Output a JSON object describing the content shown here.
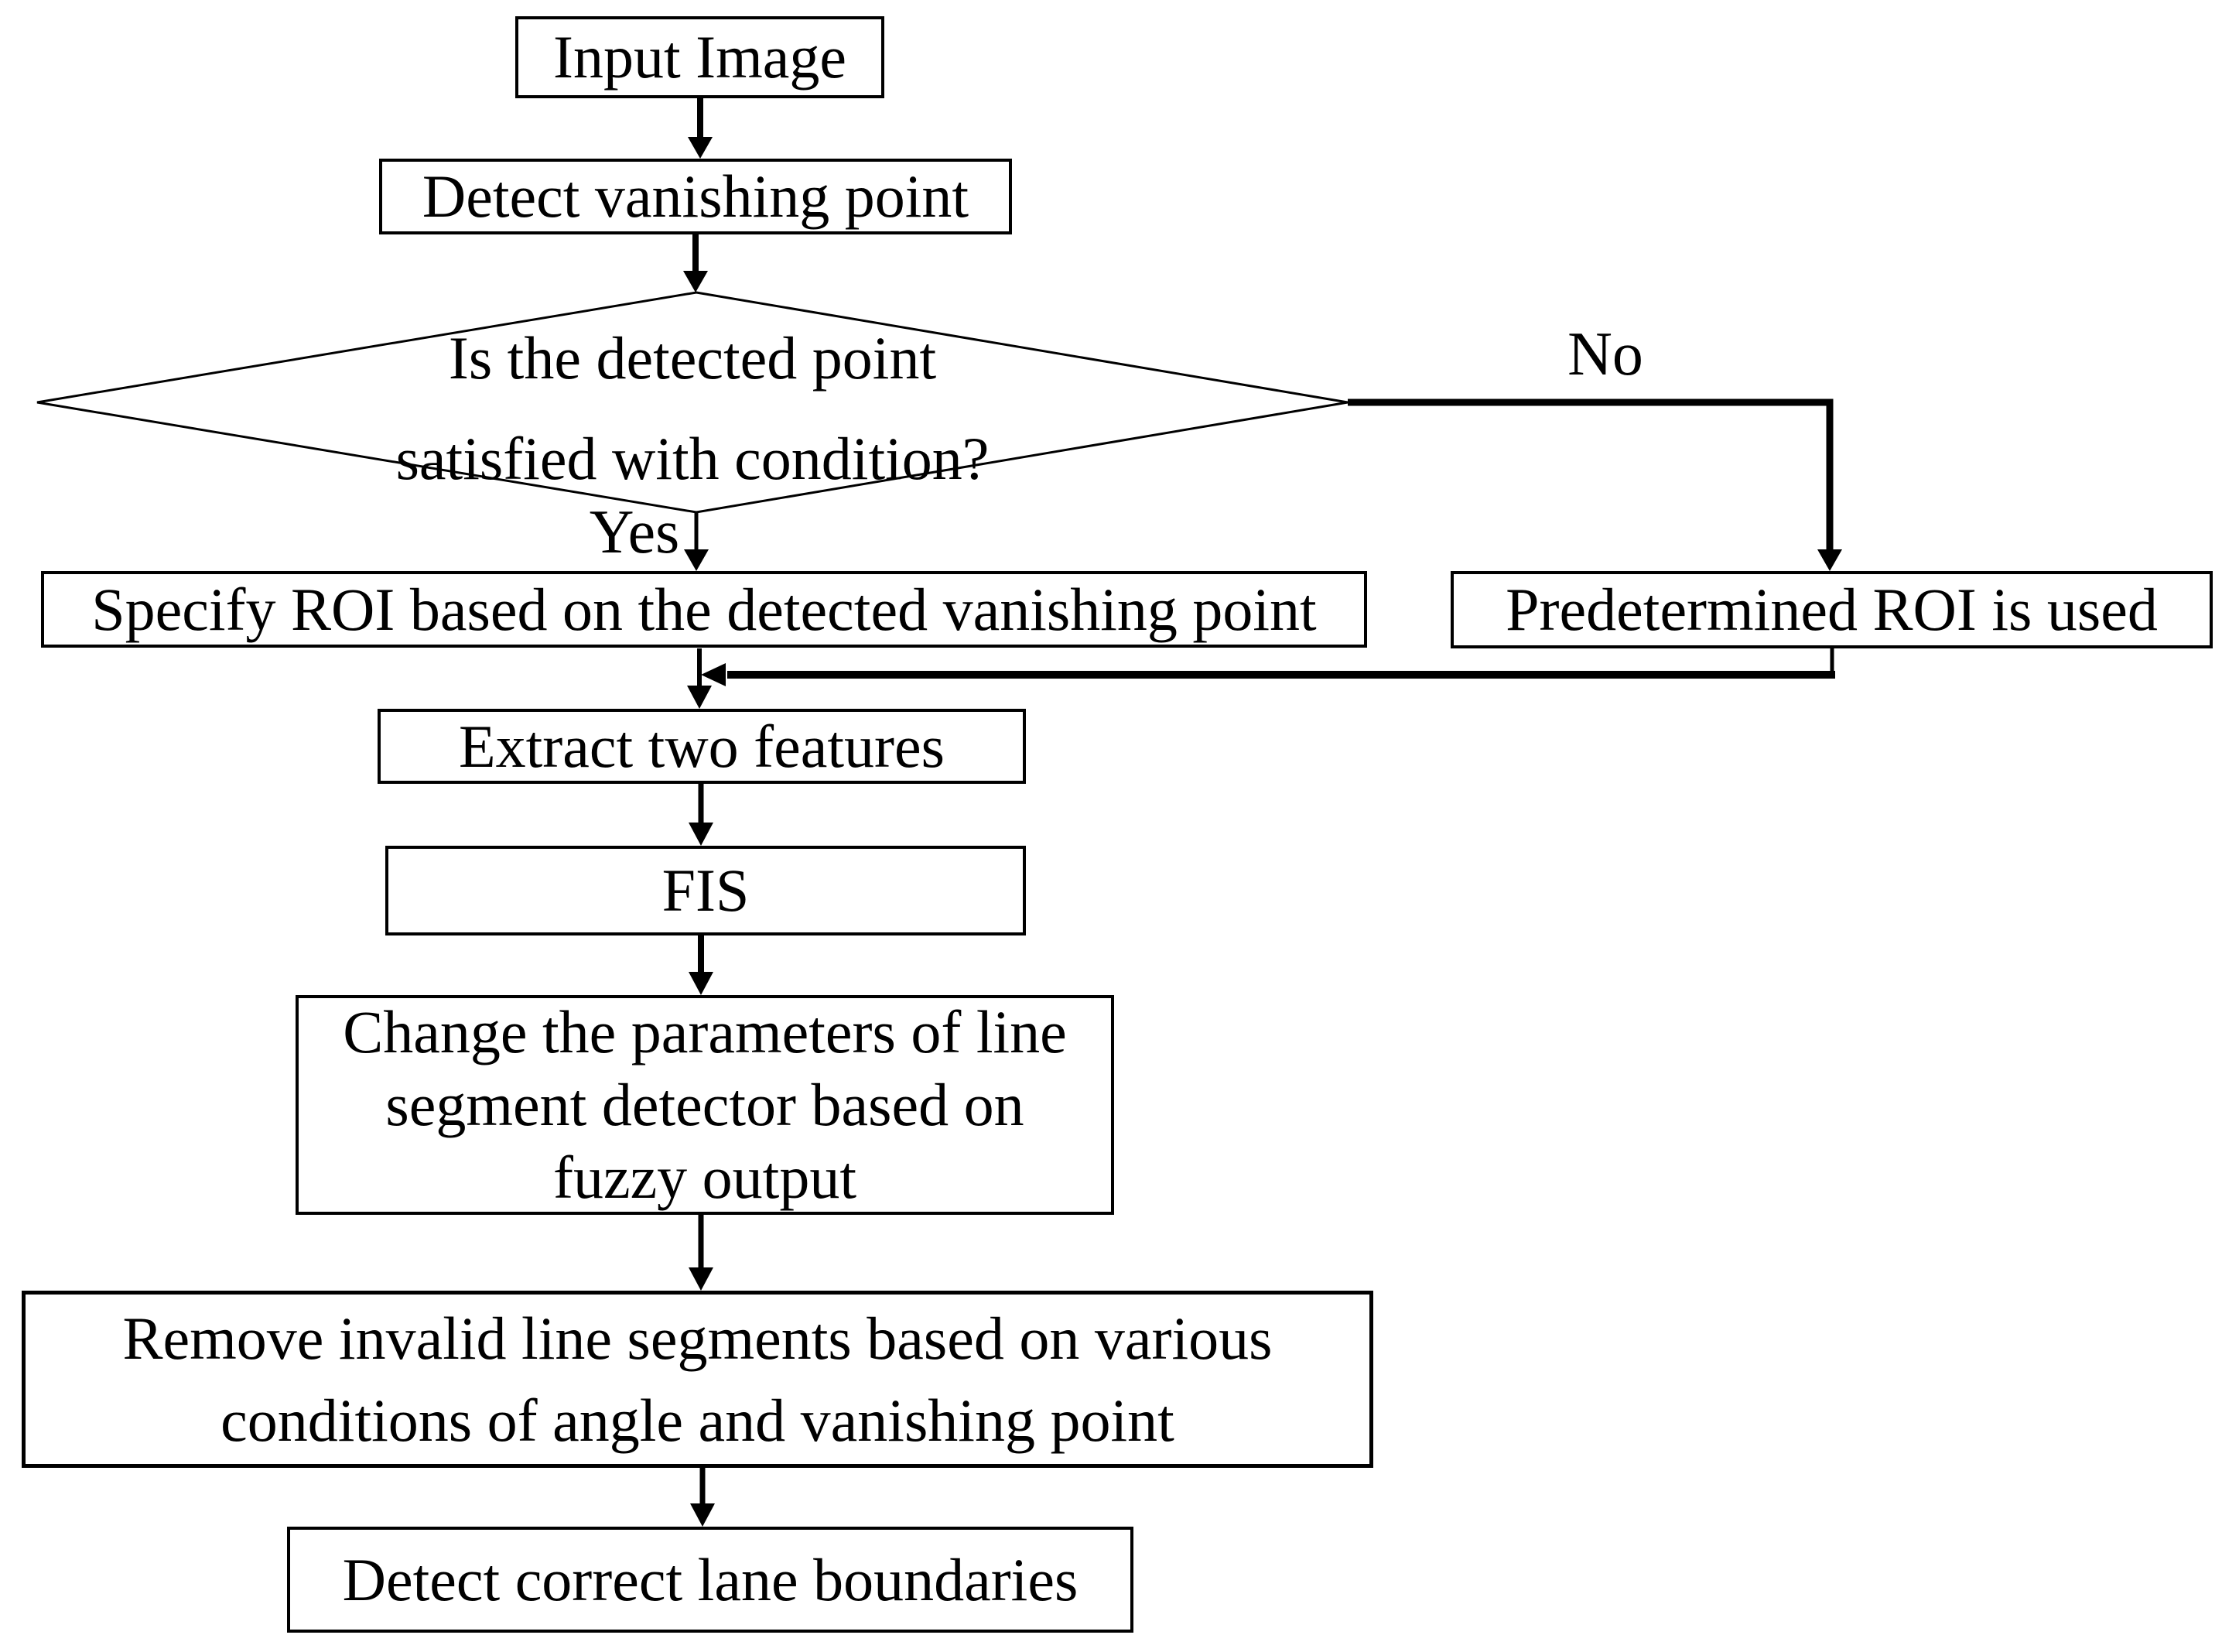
{
  "flowchart": {
    "nodes": {
      "input": {
        "label": "Input Image"
      },
      "detect_vp": {
        "label": "Detect vanishing point"
      },
      "decision": {
        "lines": [
          "Is the detected point",
          "satisfied with condition?"
        ]
      },
      "specify_roi": {
        "label": "Specify ROI based on the detected vanishing point"
      },
      "predetermined_roi": {
        "label": "Predetermined ROI is used"
      },
      "extract_features": {
        "label": "Extract two features"
      },
      "fis": {
        "label": "FIS"
      },
      "change_params": {
        "lines": [
          "Change the parameters of line",
          "segment detector based on",
          "fuzzy output"
        ]
      },
      "remove_invalid": {
        "lines": [
          "Remove invalid line segments based on various",
          "conditions of angle and vanishing point"
        ]
      },
      "detect_lane": {
        "label": "Detect correct lane boundaries"
      }
    },
    "branch_labels": {
      "yes": "Yes",
      "no": "No"
    },
    "colors": {
      "line": "#000000",
      "text": "#000000",
      "background": "#ffffff"
    }
  }
}
